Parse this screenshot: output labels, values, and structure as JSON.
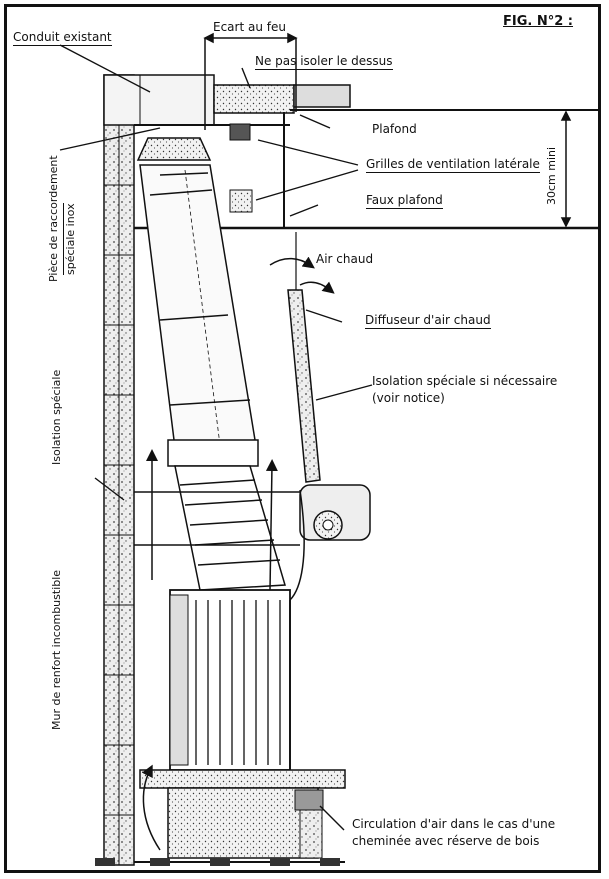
{
  "figure": {
    "number": "FIG. N°2 :",
    "labels": {
      "conduit_existant": "Conduit existant",
      "ecart_au_feu": "Ecart au feu",
      "ne_pas_isoler": "Ne pas isoler le dessus",
      "plafond": "Plafond",
      "grilles": "Grilles de ventilation latérale",
      "faux_plafond": "Faux plafond",
      "hauteur": "30cm mini",
      "air_chaud": "Air chaud",
      "diffuseur": "Diffuseur d'air chaud",
      "isolation_si_necessaire_1": "Isolation spéciale si nécessaire",
      "isolation_si_necessaire_2": "(voir notice)",
      "circulation_1": "Circulation d'air dans le cas d'une",
      "circulation_2": "cheminée avec réserve de bois",
      "piece_raccordement_1": "Pièce de raccordement",
      "piece_raccordement_2": "spéciale inox",
      "isolation_speciale": "Isolation spéciale",
      "mur_renfort": "Mur de renfort incombustible"
    }
  }
}
